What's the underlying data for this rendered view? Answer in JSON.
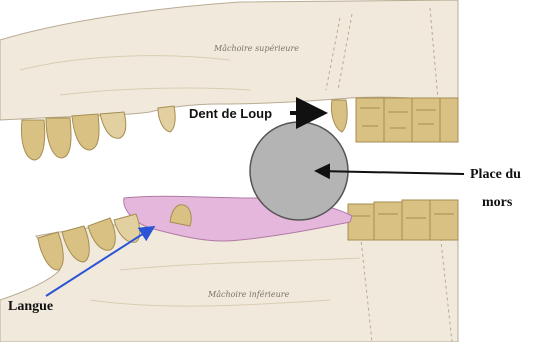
{
  "labels": {
    "upper_jaw": "Mâchoire supérieure",
    "lower_jaw": "Mâchoire inférieure",
    "wolf_tooth": "Dent de Loup",
    "bit_place_line1": "Place du",
    "bit_place_line2": "mors",
    "tongue": "Langue"
  },
  "colors": {
    "bone": "#f1eadc",
    "bone_shade": "#e2d6bf",
    "bone_line": "#b8ab93",
    "tooth": "#d8c183",
    "tooth_dark": "#a68d52",
    "tongue": "#e6b7dc",
    "tongue_line": "#b07aa6",
    "bit": "#b4b4b4",
    "bit_stroke": "#555555",
    "arrow_black": "#111111",
    "arrow_blue": "#2b55d6"
  }
}
